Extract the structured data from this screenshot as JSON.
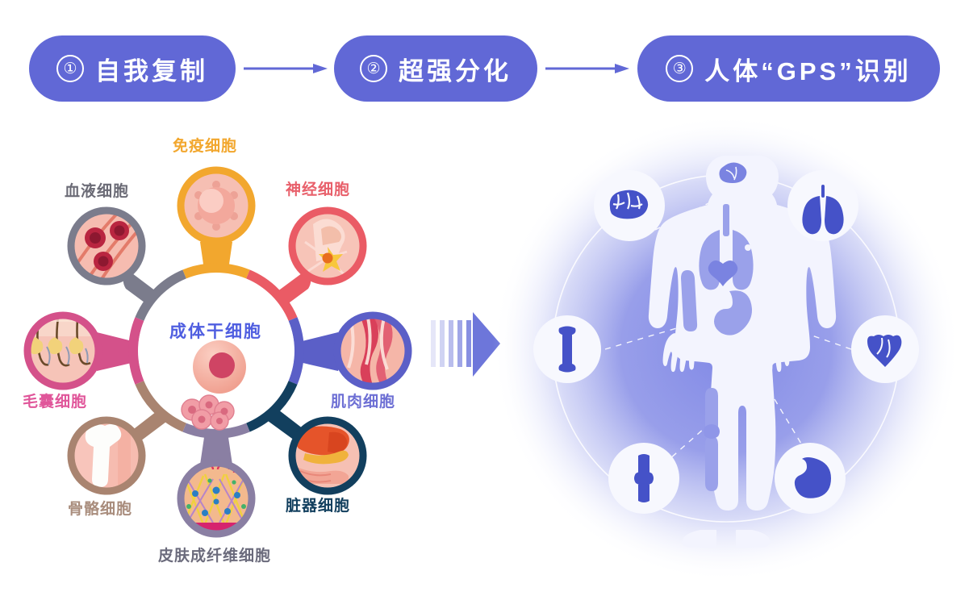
{
  "header": {
    "steps": [
      {
        "num": "①",
        "label": "自我复制",
        "icon": "circled-number-one-icon"
      },
      {
        "num": "②",
        "label": "超强分化",
        "icon": "circled-number-two-icon"
      },
      {
        "num": "③",
        "label": "人体“GPS”识别",
        "icon": "circled-number-three-icon"
      }
    ],
    "arrow_icon": "right-arrow-icon",
    "pill_color": "#6168d6",
    "arrow_color": "#6168d6",
    "text_color": "#ffffff"
  },
  "stem_cell_cluster": {
    "center": {
      "label": "成体干细胞",
      "label_color": "#4f5ee0",
      "icon": "stem-cell-icon"
    },
    "satellites": [
      {
        "id": "immune",
        "label": "免疫细胞",
        "color": "#f2a72e",
        "icon": "immune-cell-icon",
        "angle": 270,
        "label_color": "#f2a72e"
      },
      {
        "id": "neuron",
        "label": "神经细胞",
        "color": "#ea5b65",
        "icon": "neuron-cell-icon",
        "angle": 315,
        "label_color": "#e8606b"
      },
      {
        "id": "muscle",
        "label": "肌肉细胞",
        "color": "#5b5fc7",
        "icon": "muscle-cell-icon",
        "angle": 0,
        "label_color": "#6d6fd4"
      },
      {
        "id": "organ",
        "label": "脏器细胞",
        "color": "#0d3d5c",
        "icon": "organ-cell-icon",
        "angle": 45,
        "label_color": "#123f5e"
      },
      {
        "id": "skin",
        "label": "皮肤成纤维细胞",
        "color": "#8a7fa3",
        "icon": "skin-fibroblast-icon",
        "angle": 90,
        "label_color": "#6b6b7c"
      },
      {
        "id": "bone",
        "label": "骨骼细胞",
        "color": "#a98470",
        "icon": "bone-cell-icon",
        "angle": 135,
        "label_color": "#a98d7d"
      },
      {
        "id": "hair",
        "label": "毛囊细胞",
        "color": "#d4518a",
        "icon": "hair-follicle-cell-icon",
        "angle": 180,
        "label_color": "#e0569a"
      },
      {
        "id": "blood",
        "label": "血液细胞",
        "color": "#7b7c8c",
        "icon": "blood-cell-icon",
        "angle": 225,
        "label_color": "#6b6b76"
      }
    ]
  },
  "transition": {
    "icon": "motion-arrow-icon",
    "color": "#6d76da"
  },
  "body_map": {
    "icon": "human-body-silhouette-icon",
    "glow_color": "#7e87e2",
    "organs": [
      {
        "id": "brain",
        "icon": "brain-icon",
        "angle": 215
      },
      {
        "id": "lungs",
        "icon": "lungs-icon",
        "angle": 325
      },
      {
        "id": "heart",
        "icon": "heart-icon",
        "angle": 15
      },
      {
        "id": "kidney",
        "icon": "kidney-icon",
        "angle": 70
      },
      {
        "id": "knee",
        "icon": "knee-joint-icon",
        "angle": 110
      },
      {
        "id": "bone",
        "icon": "long-bone-icon",
        "angle": 180
      }
    ],
    "organ_color": "#4552c8",
    "ring_color": "#ffffff"
  }
}
